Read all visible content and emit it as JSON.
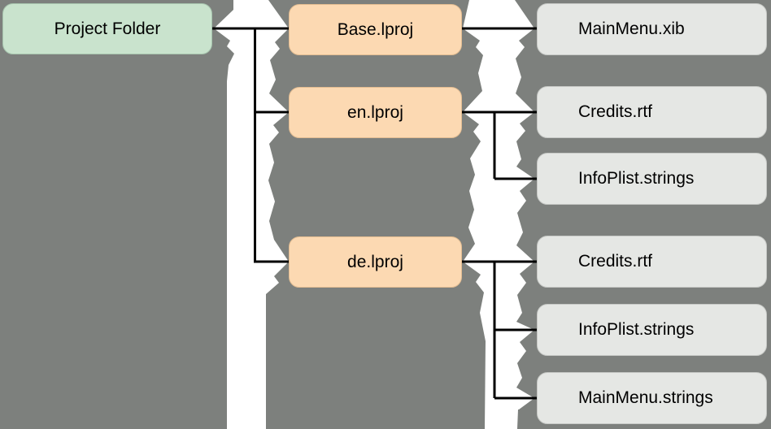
{
  "colors": {
    "background": "#7d807d",
    "root_fill": "#c9e3cd",
    "folder_fill": "#fcd9b2",
    "file_fill": "#e5e7e4",
    "ribbon": "#ffffff",
    "connector": "#000000"
  },
  "tree": {
    "root": {
      "label": "Project Folder"
    },
    "folders": [
      {
        "label": "Base.lproj",
        "files": [
          {
            "label": "MainMenu.xib"
          }
        ]
      },
      {
        "label": "en.lproj",
        "files": [
          {
            "label": "Credits.rtf"
          },
          {
            "label": "InfoPlist.strings"
          }
        ]
      },
      {
        "label": "de.lproj",
        "files": [
          {
            "label": "Credits.rtf"
          },
          {
            "label": "InfoPlist.strings"
          },
          {
            "label": "MainMenu.strings"
          }
        ]
      }
    ]
  }
}
